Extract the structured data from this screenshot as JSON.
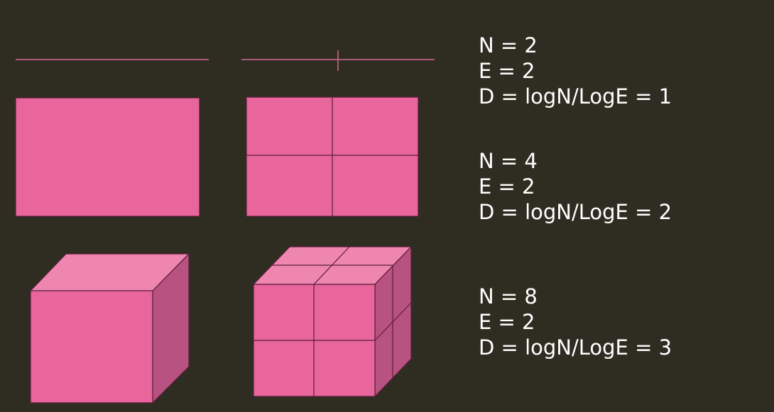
{
  "colors": {
    "background": "#2f2d22",
    "fill": "#e8669c",
    "top_face": "#ee86b0",
    "side_face": "#b85280",
    "edge": "#5a1d3a",
    "axis_line": "#d06b8f",
    "text": "#ffffff"
  },
  "equations": [
    {
      "n": "N = 2",
      "e": "E = 2",
      "d": "D = logN/LogE = 1"
    },
    {
      "n": "N = 4",
      "e": "E = 2",
      "d": "D = logN/LogE = 2"
    },
    {
      "n": "N = 8",
      "e": "E = 2",
      "d": "D = logN/LogE = 3"
    }
  ]
}
